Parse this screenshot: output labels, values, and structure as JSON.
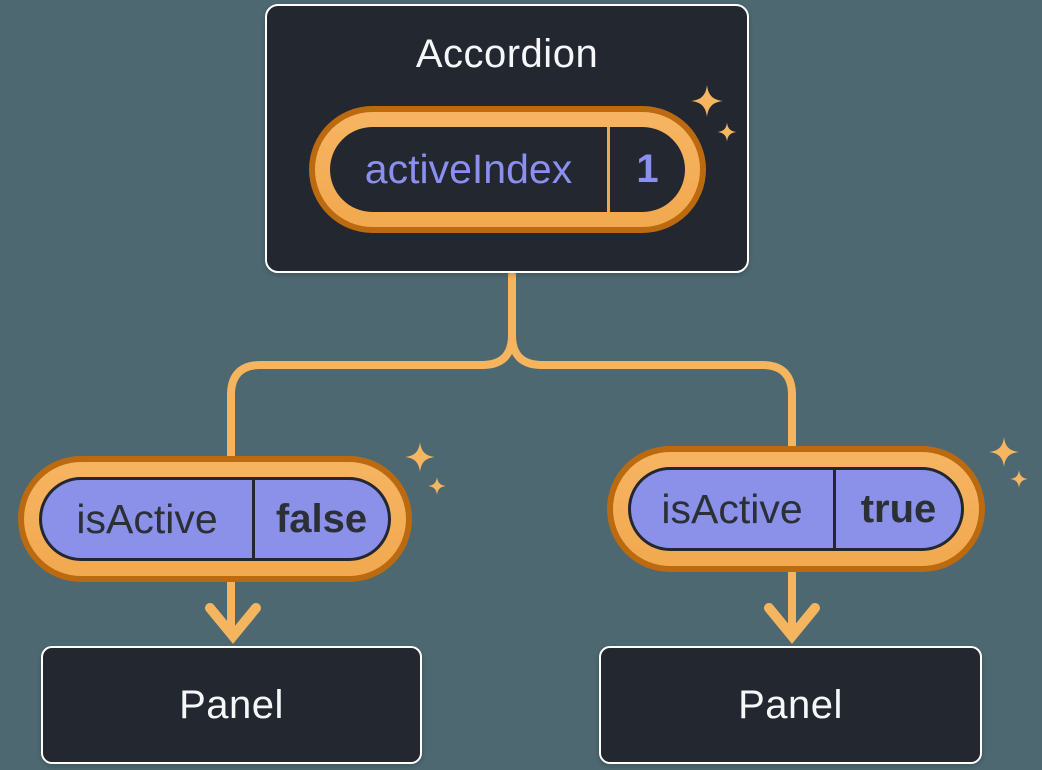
{
  "diagram": {
    "root": {
      "title": "Accordion",
      "state": {
        "label": "activeIndex",
        "value": "1"
      }
    },
    "children": [
      {
        "prop": {
          "label": "isActive",
          "value": "false"
        },
        "panel": "Panel"
      },
      {
        "prop": {
          "label": "isActive",
          "value": "true"
        },
        "panel": "Panel"
      }
    ],
    "icons": {
      "sparkle": "four-point-star-sparkle",
      "arrow": "down-arrow"
    },
    "colors": {
      "background": "#4D6870",
      "card_background": "#23272F",
      "card_border": "#FFFFFF",
      "card_text": "#F6F7F9",
      "prop_pill_fill": "#8B90E9",
      "prop_pill_text": "#2B2F36",
      "state_text_purple": "#8B90F0",
      "connector_amber": "#F5B55F",
      "ring_light_orange": "#F3AC55",
      "ring_dark_orange": "#BC6A10"
    }
  }
}
